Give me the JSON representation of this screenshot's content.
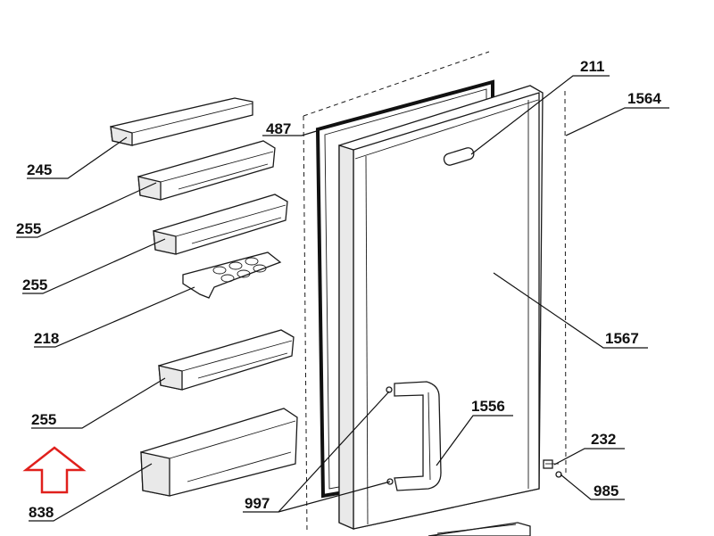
{
  "labels": {
    "l245": "245",
    "l255a": "255",
    "l255b": "255",
    "l218": "218",
    "l255c": "255",
    "l838": "838",
    "l487": "487",
    "l211": "211",
    "l1564": "1564",
    "l1567": "1567",
    "l1556": "1556",
    "l232": "232",
    "l985": "985",
    "l997": "997"
  },
  "colors": {
    "arrow": "#e0201c",
    "lines": "#1a1a1a"
  },
  "icons": {
    "direction_arrow": "up-arrow-icon"
  }
}
